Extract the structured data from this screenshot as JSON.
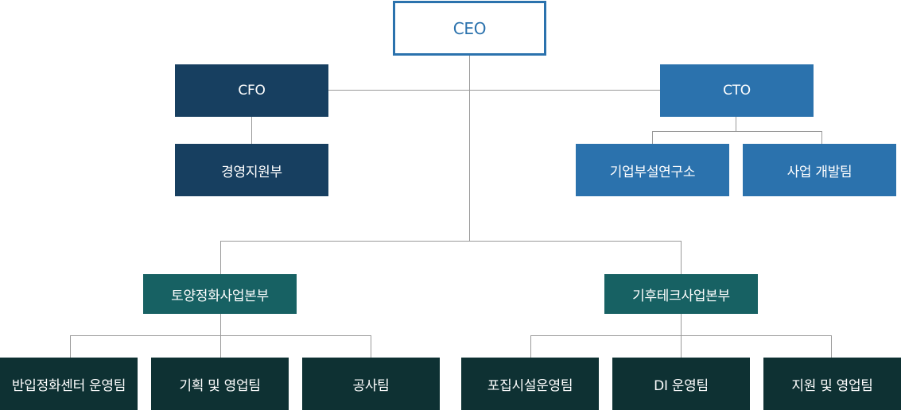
{
  "org": {
    "ceo": "CEO",
    "cfo": "CFO",
    "cfo_children": [
      "경영지원부"
    ],
    "cto": "CTO",
    "cto_children": [
      "기업부설연구소",
      "사업 개발팀"
    ],
    "divisions": [
      {
        "name": "토양정화사업본부",
        "teams": [
          "반입정화센터 운영팀",
          "기획 및 영업팀",
          "공사팀"
        ]
      },
      {
        "name": "기후테크사업본부",
        "teams": [
          "포집시설운영팀",
          "DI 운영팀",
          "지원 및 영업팀"
        ]
      }
    ]
  },
  "colors": {
    "ceo_border": "#2b72ad",
    "cfo_branch": "#173f60",
    "cto_branch": "#2b72ad",
    "division": "#176163",
    "team": "#0e3133",
    "connector": "#9a9a9a"
  }
}
